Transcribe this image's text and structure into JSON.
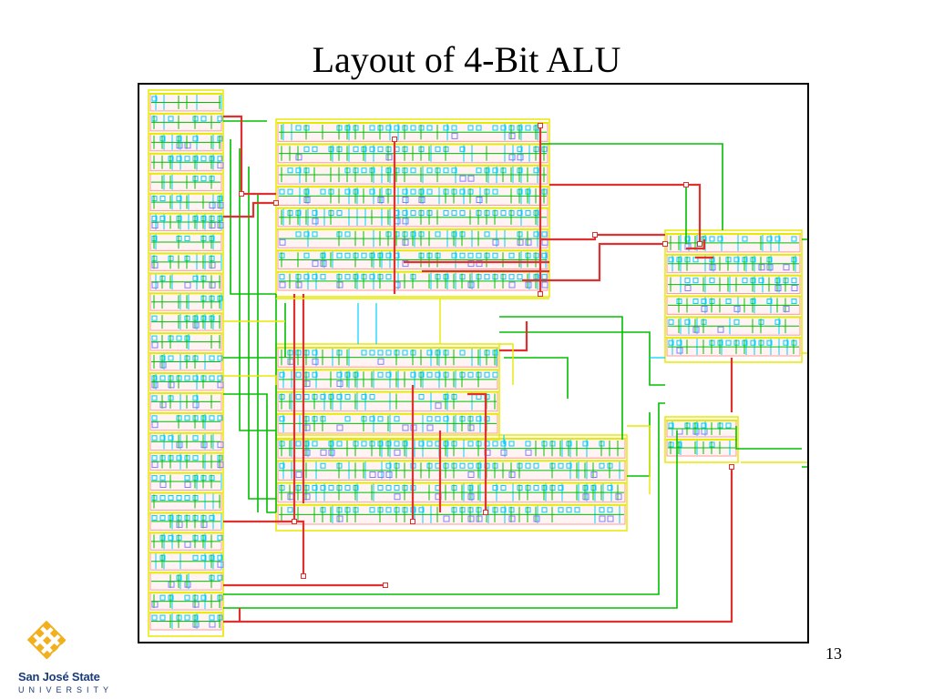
{
  "slide": {
    "title": "Layout of 4-Bit ALU",
    "page_number": "13"
  },
  "logo": {
    "name": "San José State",
    "subtitle": "UNIVERSITY",
    "mark_color": "#f2b01e",
    "text_color": "#1b3c78"
  },
  "layout_colors": {
    "metal1": "#00d0ff",
    "metal2": "#00c000",
    "poly": "#e03030",
    "diffusion": "#e8e800",
    "well": "#ff9a9a",
    "contact": "#8080ff"
  }
}
